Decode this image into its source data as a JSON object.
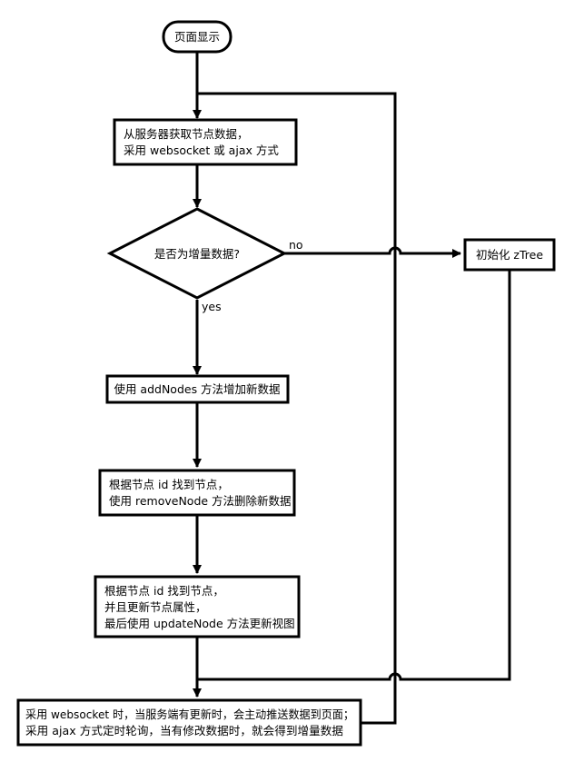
{
  "diagram": {
    "nodes": {
      "start": [
        "页面显示"
      ],
      "fetch": [
        "从服务器获取节点数据，",
        "采用 websocket 或 ajax 方式"
      ],
      "decision": [
        "是否为增量数据?"
      ],
      "init": [
        "初始化 zTree"
      ],
      "add": [
        "使用 addNodes 方法增加新数据"
      ],
      "remove": [
        "根据节点 id 找到节点，",
        "使用 removeNode 方法删除新数据"
      ],
      "update": [
        "根据节点 id 找到节点，",
        "并且更新节点属性，",
        "最后使用 updateNode 方法更新视图"
      ],
      "push": [
        "采用 websocket 时，当服务端有更新时，会主动推送数据到页面；",
        "采用 ajax 方式定时轮询，当有修改数据时，就会得到增量数据"
      ]
    },
    "edge_labels": {
      "no": "no",
      "yes": "yes"
    }
  }
}
